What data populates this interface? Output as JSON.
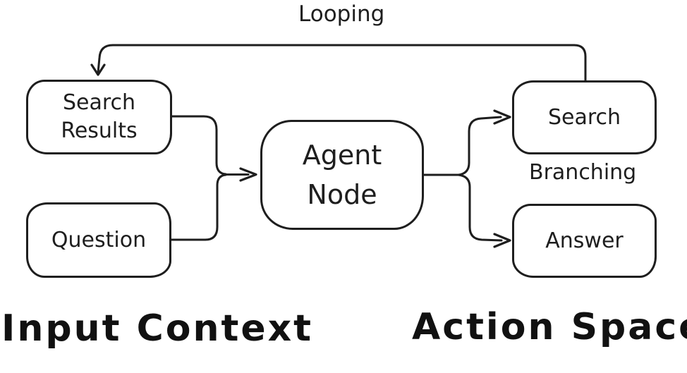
{
  "diagram": {
    "background": "#ffffff",
    "stroke_color": "#1e1e1e",
    "labels": {
      "looping": "Looping",
      "branching": "Branching",
      "input_context": "Input Context",
      "action_space": "Action Space"
    },
    "nodes": {
      "search_results": {
        "line1": "Search",
        "line2": "Results"
      },
      "question": {
        "label": "Question"
      },
      "agent_node": {
        "line1": "Agent",
        "line2": "Node"
      },
      "search": {
        "label": "Search"
      },
      "answer": {
        "label": "Answer"
      }
    },
    "edges": [
      {
        "from": "Search",
        "to": "Search Results",
        "label": "Looping"
      },
      {
        "from": "Search Results",
        "to": "Agent Node"
      },
      {
        "from": "Question",
        "to": "Agent Node"
      },
      {
        "from": "Agent Node",
        "to": "Search"
      },
      {
        "from": "Agent Node",
        "to": "Answer",
        "label": "Branching"
      }
    ]
  }
}
